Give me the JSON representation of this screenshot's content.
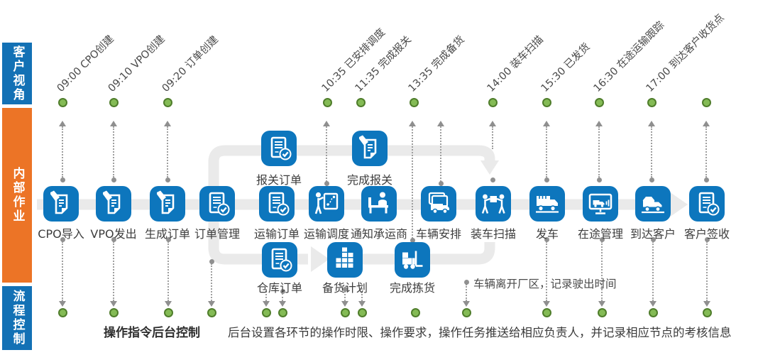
{
  "sidebar": {
    "sections": [
      {
        "label": "客户视角",
        "color": "#1371b5"
      },
      {
        "label": "内部作业",
        "color": "#ec7426"
      },
      {
        "label": "流程控制",
        "color": "#1371b5"
      }
    ]
  },
  "top_timeline": {
    "milestones": [
      {
        "label": "09:00 CPO创建"
      },
      {
        "label": "09:10 VPO创建"
      },
      {
        "label": "09:20 订单创建"
      },
      {
        "label": "10:35 已安排调度"
      },
      {
        "label": "11:35 完成报关"
      },
      {
        "label": "13:35 完成备货"
      },
      {
        "label": "14:00 装车扫描"
      },
      {
        "label": "15:30 已发货"
      },
      {
        "label": "16:30 在途运输跟踪"
      },
      {
        "label": "17:00 到达客户收货点"
      },
      {
        "label": ""
      }
    ]
  },
  "process": {
    "main_steps": [
      {
        "label": "CPO导入",
        "icon": "doc-pen"
      },
      {
        "label": "VPO发出",
        "icon": "doc-pen"
      },
      {
        "label": "生成订单",
        "icon": "doc-pen"
      },
      {
        "label": "订单管理",
        "icon": "doc-check"
      },
      {
        "label": "运输订单",
        "icon": "doc-check"
      },
      {
        "label": "运输调度",
        "icon": "dispatch-board"
      },
      {
        "label": "通知承运商",
        "icon": "desk-person"
      },
      {
        "label": "车辆安排",
        "icon": "truck-fleet"
      },
      {
        "label": "装车扫描",
        "icon": "loader-person"
      },
      {
        "label": "发车",
        "icon": "truck-depart"
      },
      {
        "label": "在途管理",
        "icon": "monitor-truck"
      },
      {
        "label": "到达客户",
        "icon": "truck-arrive"
      },
      {
        "label": "客户签收",
        "icon": "doc-check"
      }
    ],
    "customs_branch": [
      {
        "label": "报关订单",
        "icon": "doc-check"
      },
      {
        "label": "完成报关",
        "icon": "doc-pen"
      }
    ],
    "warehouse_branch": [
      {
        "label": "仓库订单",
        "icon": "doc-check"
      },
      {
        "label": "备货计划",
        "icon": "stock-bars"
      },
      {
        "label": "完成拣货",
        "icon": "forklift"
      }
    ]
  },
  "notes": {
    "vehicle_note": "车辆离开厂区，记录驶出时间",
    "control_title": "操作指令后台控制",
    "control_description": "后台设置各环节的操作时限、操作要求，操作任务推送给相应负责人，并记录相应节点的考核信息"
  },
  "colors": {
    "sidebar_blue": "#1371b5",
    "sidebar_orange": "#ec7426",
    "icon_blue": "#0d76bd",
    "band_gray": "#eaeaea",
    "dot_green": "#84bb55",
    "dot_green_border": "#4f7d2b",
    "dot_gray": "#909090",
    "text_dark": "#3d3d3d"
  }
}
